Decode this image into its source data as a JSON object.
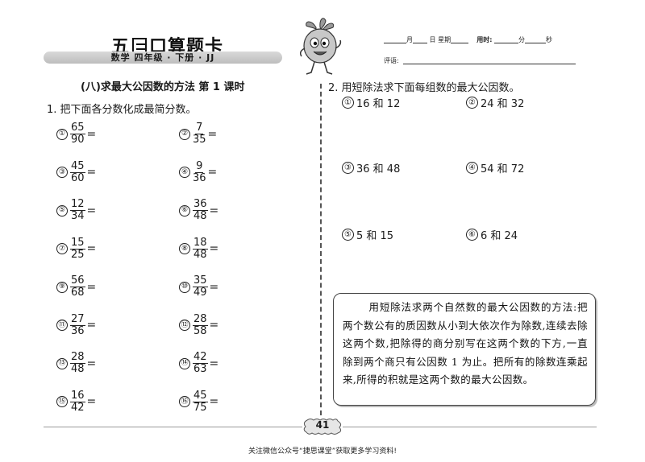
{
  "header": {
    "brand_prefix": "五",
    "brand_suffix": "口算题卡",
    "subject_bar": "数学  四年级 · 下册 · JJ",
    "date_labels": {
      "month": "月",
      "day": "日",
      "weekday": "星期",
      "time_used": "用时:",
      "minute": "分",
      "second": "秒"
    },
    "review_label": "评语:"
  },
  "left": {
    "section_title": "(八)求最大公因数的方法   第 1 课时",
    "q1_prompt": "1. 把下面各分数化成最简分数。",
    "items": [
      {
        "n": "①",
        "num": "65",
        "den": "90"
      },
      {
        "n": "②",
        "num": "7",
        "den": "35"
      },
      {
        "n": "③",
        "num": "45",
        "den": "60"
      },
      {
        "n": "④",
        "num": "9",
        "den": "36"
      },
      {
        "n": "⑤",
        "num": "12",
        "den": "34"
      },
      {
        "n": "⑥",
        "num": "36",
        "den": "48"
      },
      {
        "n": "⑦",
        "num": "15",
        "den": "25"
      },
      {
        "n": "⑧",
        "num": "18",
        "den": "48"
      },
      {
        "n": "⑨",
        "num": "56",
        "den": "68"
      },
      {
        "n": "⑩",
        "num": "35",
        "den": "49"
      },
      {
        "n": "⑪",
        "num": "27",
        "den": "36"
      },
      {
        "n": "⑫",
        "num": "28",
        "den": "58"
      },
      {
        "n": "⑬",
        "num": "28",
        "den": "48"
      },
      {
        "n": "⑭",
        "num": "42",
        "den": "63"
      },
      {
        "n": "⑮",
        "num": "16",
        "den": "42"
      },
      {
        "n": "⑯",
        "num": "45",
        "den": "75"
      }
    ],
    "equals": "="
  },
  "right": {
    "q2_prompt": "2. 用短除法求下面每组数的最大公因数。",
    "pairs": [
      {
        "n": "①",
        "text": "16 和 12"
      },
      {
        "n": "②",
        "text": "24 和 32"
      },
      {
        "n": "③",
        "text": "36 和 48"
      },
      {
        "n": "④",
        "text": "54 和 72"
      },
      {
        "n": "⑤",
        "text": "5 和 15"
      },
      {
        "n": "⑥",
        "text": "6 和 24"
      }
    ],
    "tip": "用短除法求两个自然数的最大公因数的方法:把两个数公有的质因数从小到大依次作为除数,连续去除这两个数,把除得的商分别写在这两个数的下方,一直除到两个商只有公因数 1 为止。把所有的除数连乘起来,所得的积就是这两个数的最大公因数。"
  },
  "footer": {
    "page_number": "41",
    "note": "关注微信公众号“捷思课堂”获取更多学习资料!"
  }
}
